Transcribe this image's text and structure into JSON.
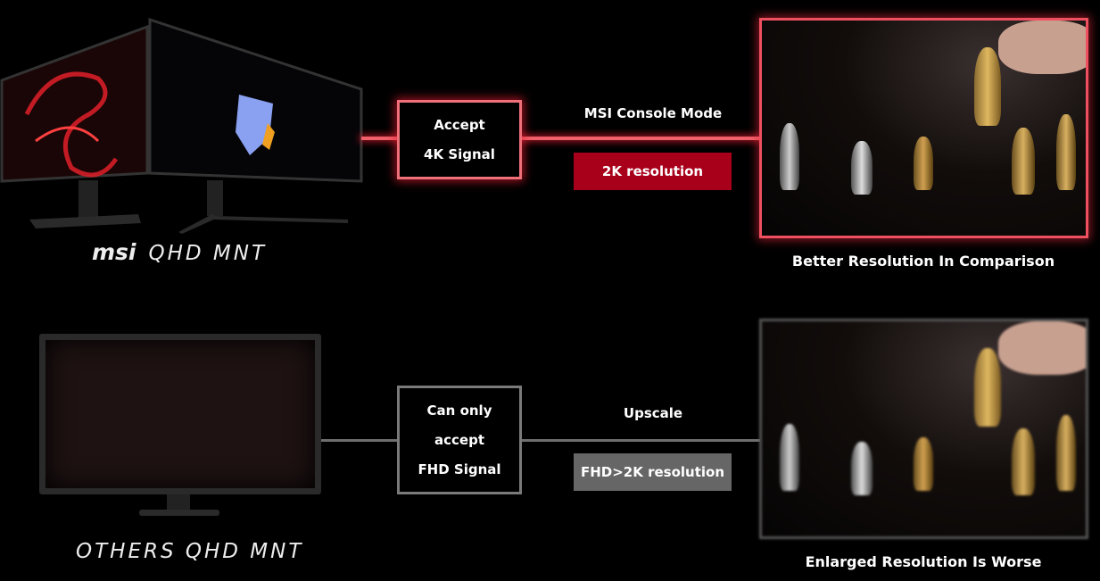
{
  "top_row": {
    "brand_logo": "msi",
    "monitor_label": "QHD MNT",
    "signal_box": [
      "Accept",
      "4K Signal"
    ],
    "mode_label": "MSI Console Mode",
    "resolution_badge": "2K resolution",
    "caption": "Better Resolution In Comparison",
    "accent_color": "#a8001a"
  },
  "bottom_row": {
    "monitor_label": "OTHERS QHD MNT",
    "signal_box": [
      "Can only",
      "accept",
      "FHD Signal"
    ],
    "mode_label": "Upscale",
    "resolution_badge": "FHD>2K resolution",
    "caption": "Enlarged Resolution Is Worse",
    "accent_color": "#666666"
  }
}
